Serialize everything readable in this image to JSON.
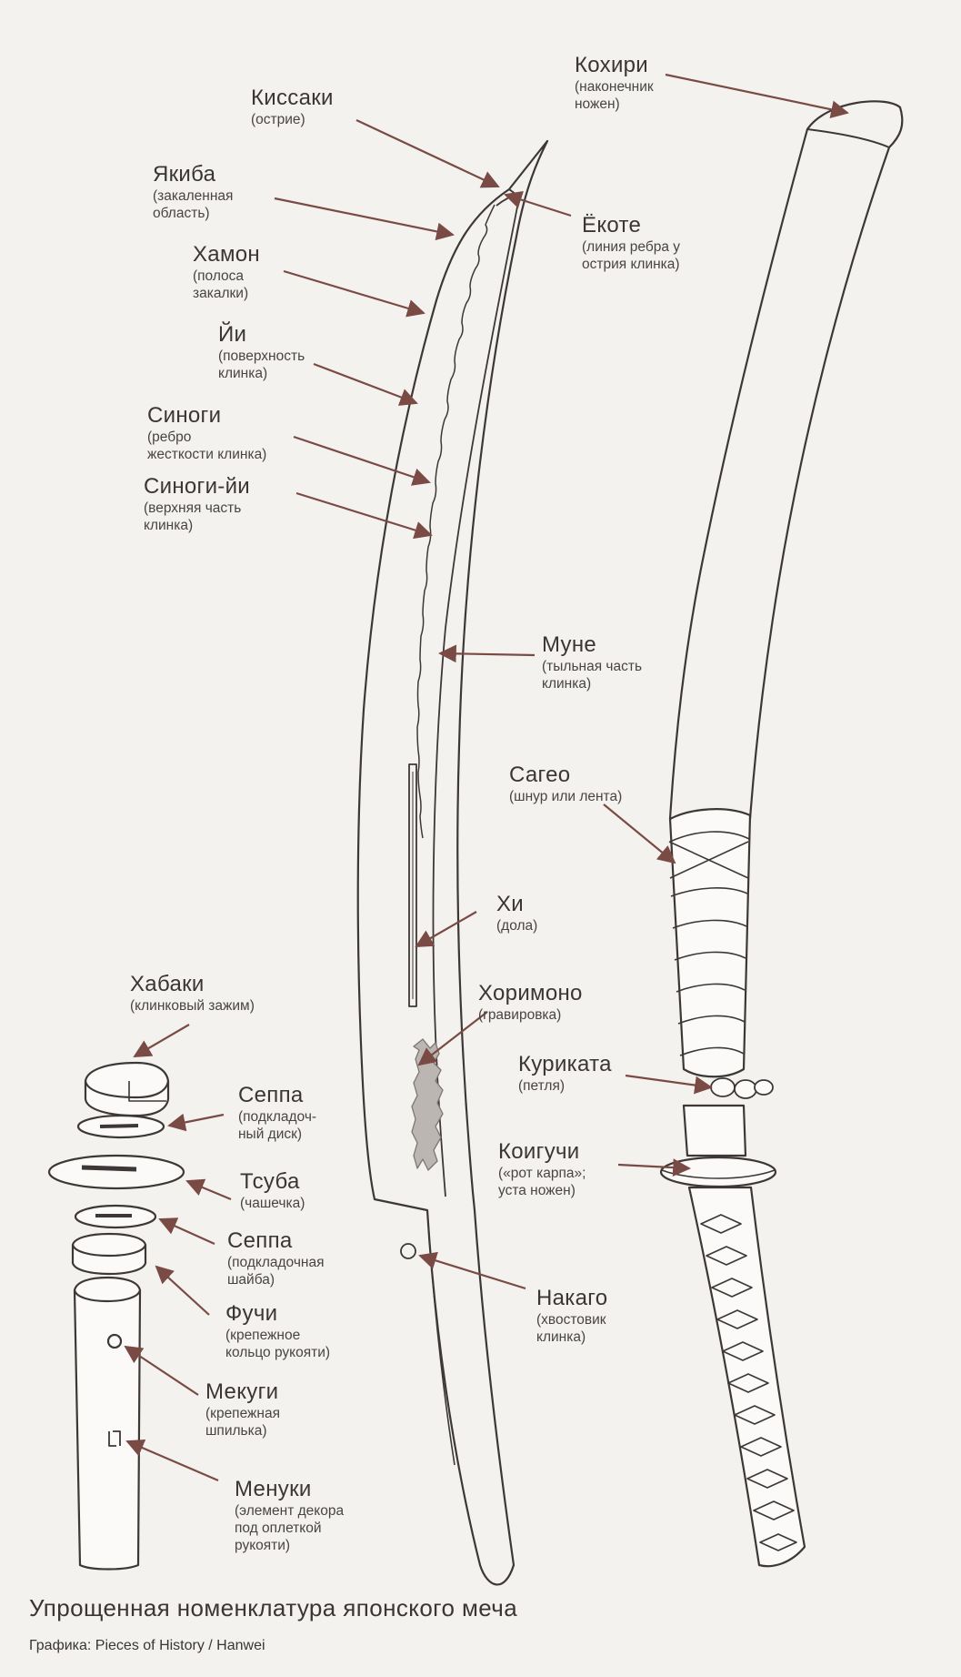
{
  "colors": {
    "line": "#3d3836",
    "arrow": "#7a4a44",
    "paper": "#f4f2ee",
    "tsuka_fill": "#fbfaf8"
  },
  "labels": {
    "kissaki": {
      "name": "Киссаки",
      "desc": "(острие)"
    },
    "yakiba": {
      "name": "Якиба",
      "desc": "(закаленная\nобласть)"
    },
    "hamon": {
      "name": "Хамон",
      "desc": "(полоса\nзакалки)"
    },
    "ji": {
      "name": "Йи",
      "desc": "(поверхность\nклинка)"
    },
    "shinogi": {
      "name": "Синоги",
      "desc": "(ребро\nжесткости клинка)"
    },
    "shinogi_ji": {
      "name": "Синоги-йи",
      "desc": "(верхняя часть\nклинка)"
    },
    "kojiri": {
      "name": "Кохири",
      "desc": "(наконечник\nножен)"
    },
    "yokote": {
      "name": "Ёкоте",
      "desc": "(линия ребра у\nострия клинка)"
    },
    "mune": {
      "name": "Муне",
      "desc": "(тыльная часть\nклинка)"
    },
    "sageo": {
      "name": "Сагео",
      "desc": "(шнур или лента)"
    },
    "hi": {
      "name": "Хи",
      "desc": "(дола)"
    },
    "horimono": {
      "name": "Хоримоно",
      "desc": "(гравировка)"
    },
    "kurikata": {
      "name": "Куриката",
      "desc": "(петля)"
    },
    "koiguchi": {
      "name": "Коигучи",
      "desc": "(«рот карпа»;\nуста ножен)"
    },
    "nakago": {
      "name": "Накаго",
      "desc": "(хвостовик\nклинка)"
    },
    "habaki": {
      "name": "Хабаки",
      "desc": "(клинковый зажим)"
    },
    "seppa_top": {
      "name": "Сеппа",
      "desc": "(подкладоч-\nный диск)"
    },
    "tsuba": {
      "name": "Тсуба",
      "desc": "(чашечка)"
    },
    "seppa_bottom": {
      "name": "Сеппа",
      "desc": "(подкладочная\nшайба)"
    },
    "fuchi": {
      "name": "Фучи",
      "desc": "(крепежное\nкольцо рукояти)"
    },
    "mekugi": {
      "name": "Мекуги",
      "desc": "(крепежная\nшпилька)"
    },
    "menuki": {
      "name": "Менуки",
      "desc": "(элемент декора\nпод оплеткой\nрукояти)"
    }
  },
  "caption": "Упрощенная номенклатура японского меча",
  "credit": "Графика: Pieces of History / Hanwei"
}
